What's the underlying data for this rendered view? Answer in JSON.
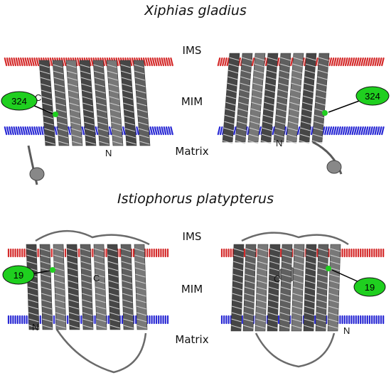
{
  "sections": [
    {
      "species": "Xiphias gladius",
      "labels": {
        "ims": "IMS",
        "mim": "MIM",
        "matrix": "Matrix"
      },
      "left": {
        "marker": "324",
        "terminal_upper": "C",
        "terminal_lower": "N"
      },
      "right": {
        "marker": "324",
        "terminal_lower": "N"
      }
    },
    {
      "species": "Istiophorus platypterus",
      "labels": {
        "ims": "IMS",
        "mim": "MIM",
        "matrix": "Matrix"
      },
      "left": {
        "marker": "19",
        "terminal_upper": "C",
        "terminal_lower": "N"
      },
      "right": {
        "marker": "19",
        "terminal_upper": "C",
        "terminal_lower": "N"
      }
    }
  ],
  "colors": {
    "ims_membrane": "#d42a2a",
    "matrix_membrane": "#2a2ad4",
    "protein": "#5a5a5a",
    "marker_fill": "#1fcf1f"
  }
}
